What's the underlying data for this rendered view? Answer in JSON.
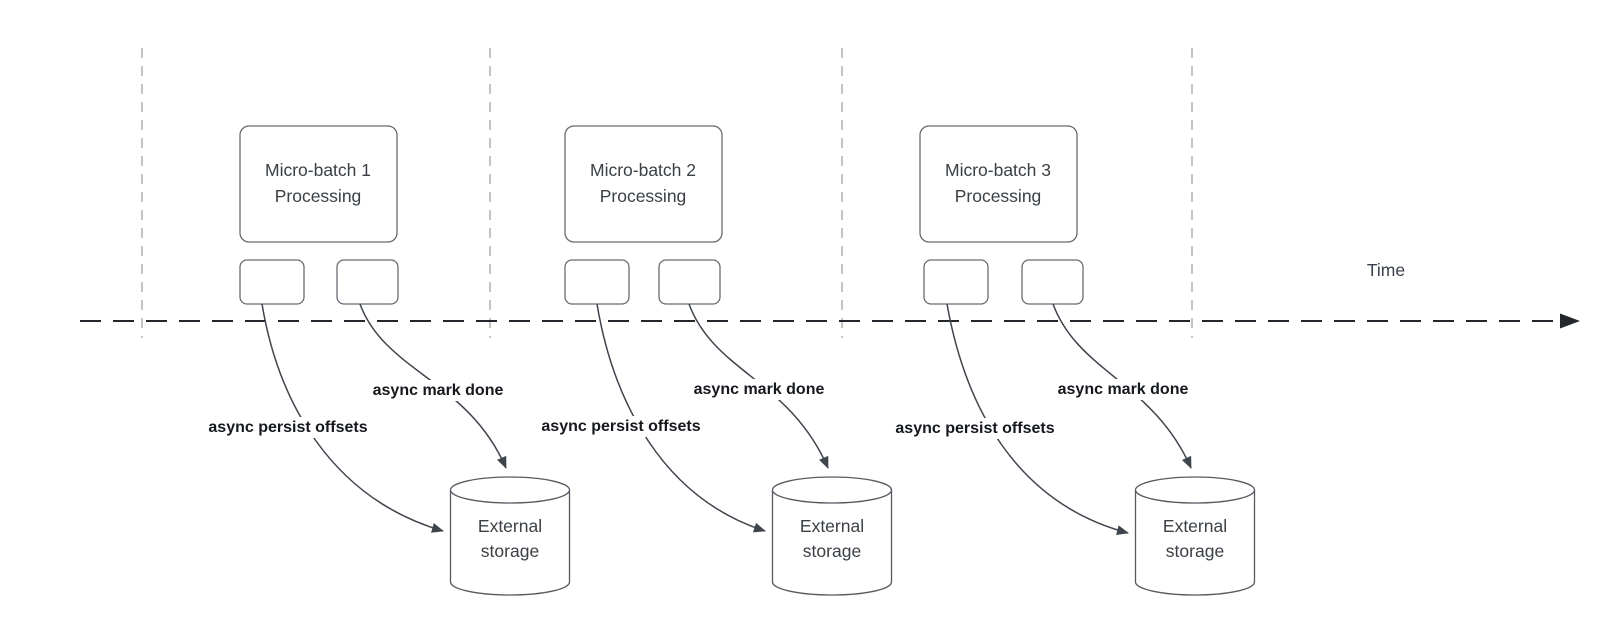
{
  "diagram": {
    "time_axis": {
      "label": "Time"
    },
    "batches": [
      {
        "title_line1": "Micro-batch 1",
        "title_line2": "Processing",
        "persist_label": "async persist offsets",
        "mark_done_label": "async mark done",
        "storage_line1": "External",
        "storage_line2": "storage"
      },
      {
        "title_line1": "Micro-batch 2",
        "title_line2": "Processing",
        "persist_label": "async persist offsets",
        "mark_done_label": "async mark done",
        "storage_line1": "External",
        "storage_line2": "storage"
      },
      {
        "title_line1": "Micro-batch 3",
        "title_line2": "Processing",
        "persist_label": "async persist offsets",
        "mark_done_label": "async mark done",
        "storage_line1": "External",
        "storage_line2": "storage"
      }
    ],
    "colors": {
      "shape_stroke": "#676c72",
      "connector_stroke": "#3f454c",
      "timeline_stroke": "#23272c",
      "guide_stroke": "#b5b5b5",
      "shape_text": "#3a4045",
      "edge_label_text": "#15181c"
    }
  }
}
